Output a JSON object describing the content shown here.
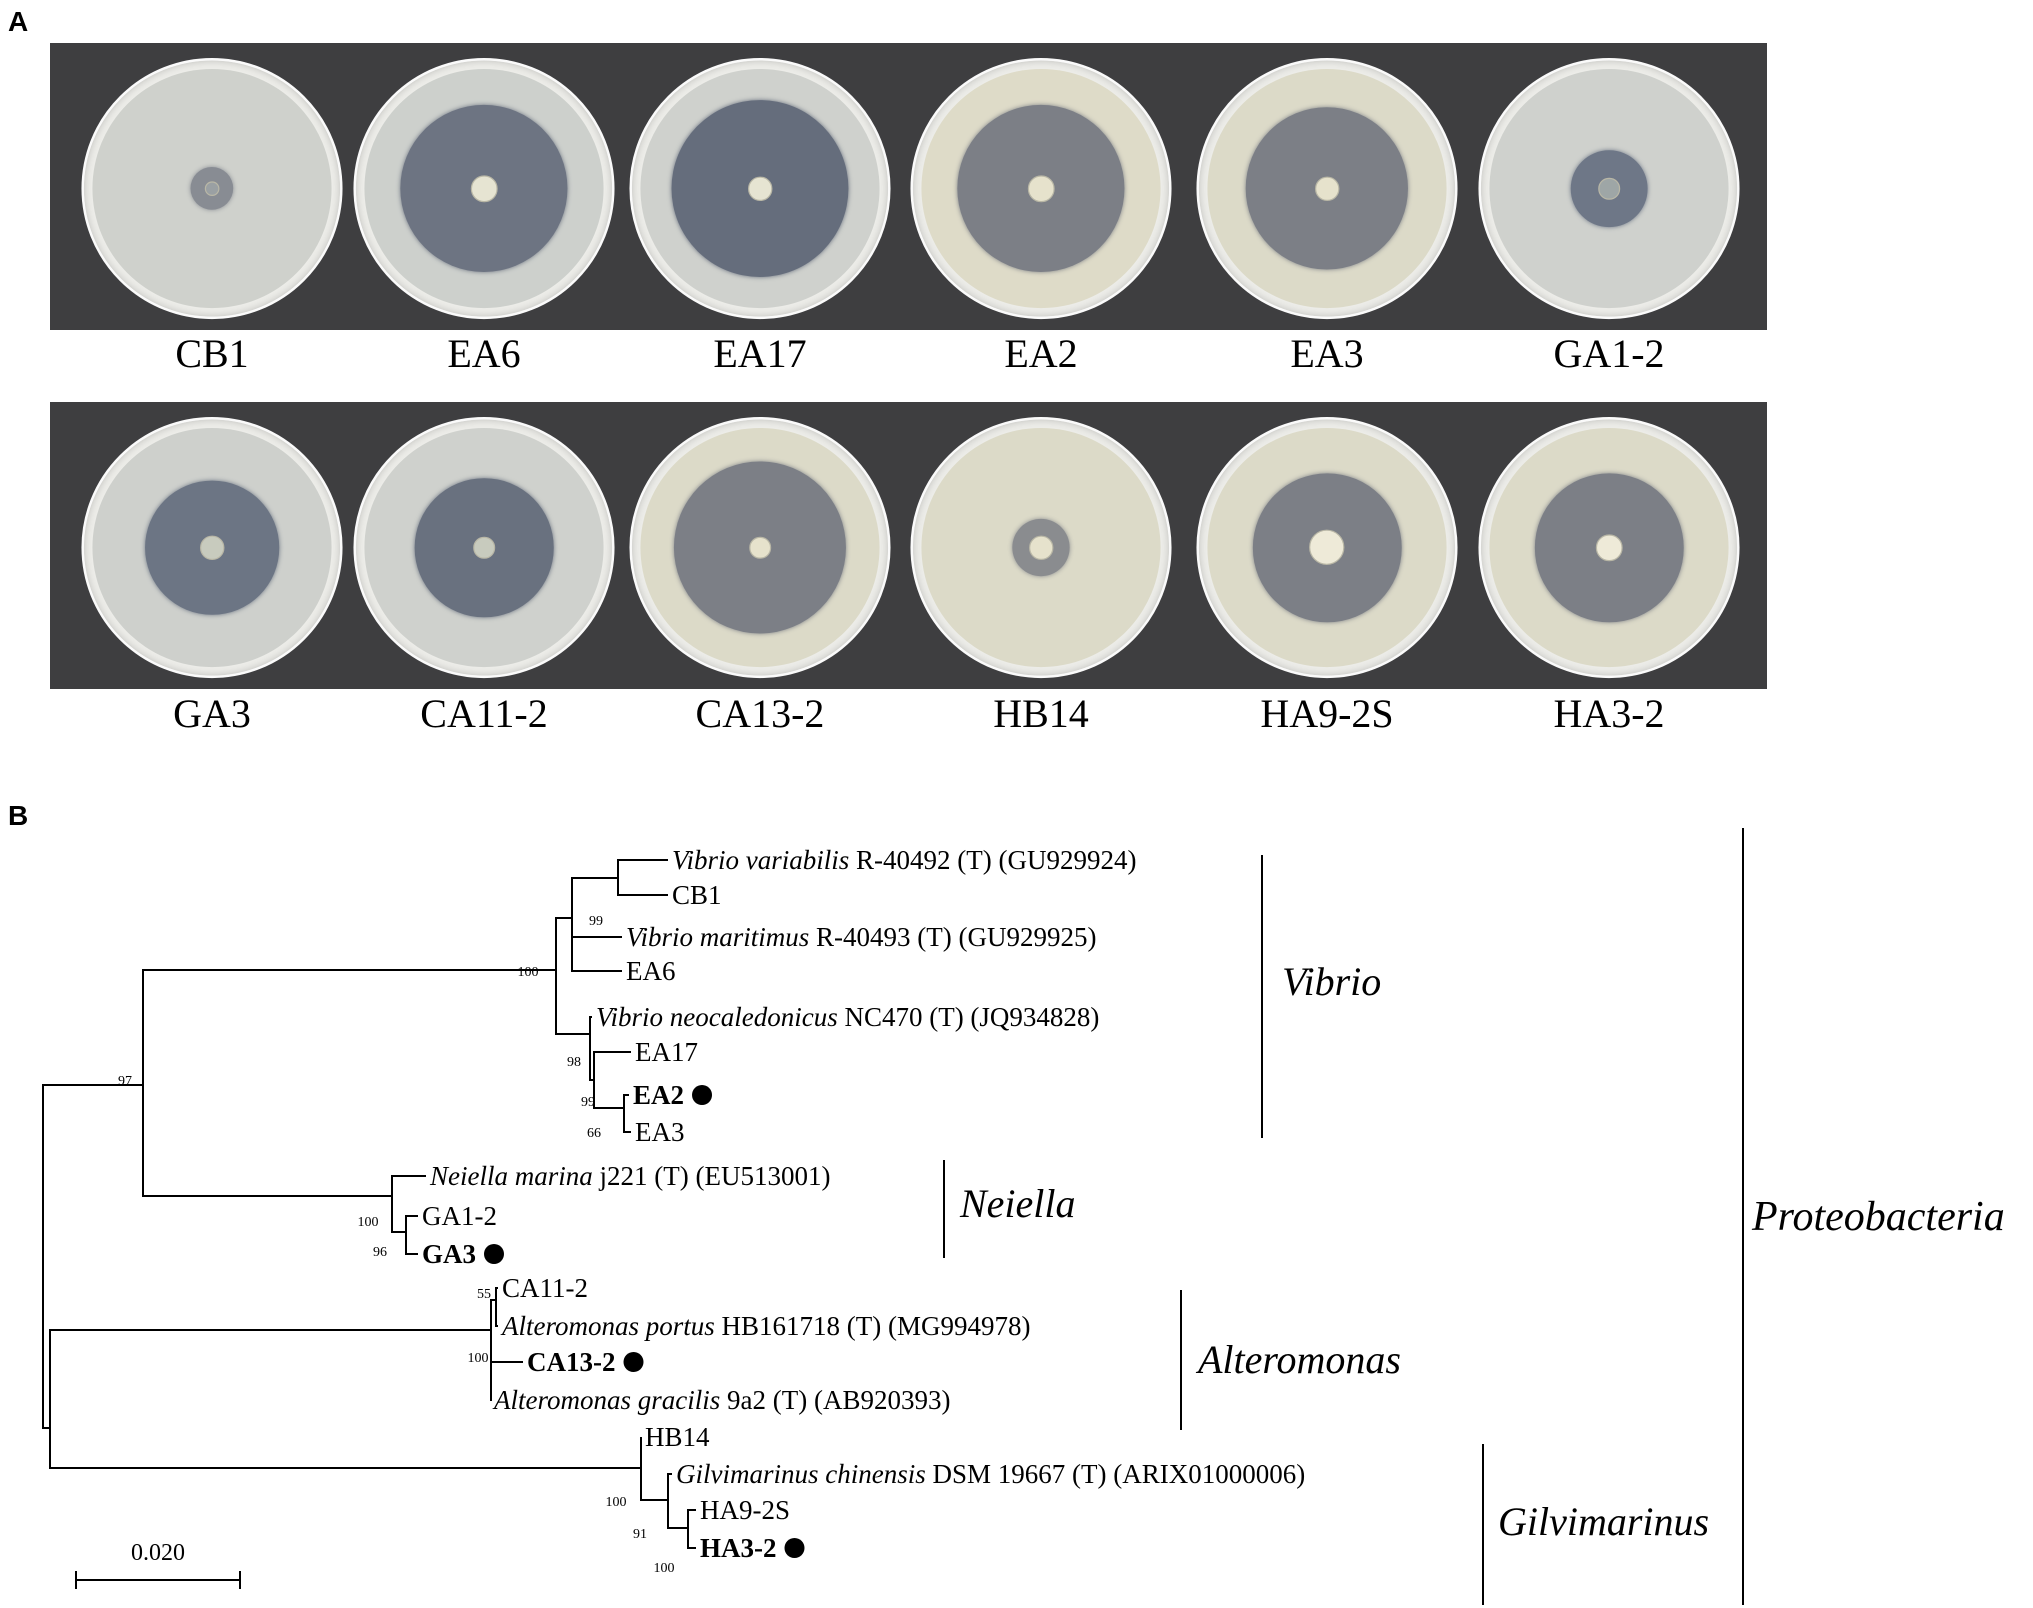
{
  "panel_a": {
    "letter": "A",
    "rows": [
      [
        {
          "label": "CB1",
          "agar": "#cfd1cc",
          "halo": "#888c93",
          "halo_frac": 0.18,
          "colony": "#9aa0a3",
          "colony_frac": 0.05
        },
        {
          "label": "EA6",
          "agar": "#cdd0cc",
          "halo": "#6d7482",
          "halo_frac": 0.7,
          "colony": "#e6e4d2",
          "colony_frac": 0.1
        },
        {
          "label": "EA17",
          "agar": "#cfd1cd",
          "halo": "#656d7c",
          "halo_frac": 0.74,
          "colony": "#e6e4d2",
          "colony_frac": 0.09
        },
        {
          "label": "EA2",
          "agar": "#dedbc8",
          "halo": "#7c7f86",
          "halo_frac": 0.7,
          "colony": "#e6e2cc",
          "colony_frac": 0.1
        },
        {
          "label": "EA3",
          "agar": "#dcdac8",
          "halo": "#7c7f86",
          "halo_frac": 0.68,
          "colony": "#e6e2cc",
          "colony_frac": 0.09
        },
        {
          "label": "GA1-2",
          "agar": "#cfd1cd",
          "halo": "#6e7787",
          "halo_frac": 0.32,
          "colony": "#9ea6a6",
          "colony_frac": 0.08
        }
      ],
      [
        {
          "label": "GA3",
          "agar": "#ced0cc",
          "halo": "#6c7584",
          "halo_frac": 0.56,
          "colony": "#c8cbbe",
          "colony_frac": 0.09
        },
        {
          "label": "CA11-2",
          "agar": "#cfd1cd",
          "halo": "#69717f",
          "halo_frac": 0.58,
          "colony": "#c8cbbe",
          "colony_frac": 0.08
        },
        {
          "label": "CA13-2",
          "agar": "#dcdac8",
          "halo": "#7c7f86",
          "halo_frac": 0.72,
          "colony": "#e6e2cc",
          "colony_frac": 0.08
        },
        {
          "label": "HB14",
          "agar": "#dcdac8",
          "halo": "#8a8c8f",
          "halo_frac": 0.24,
          "colony": "#e6e2cc",
          "colony_frac": 0.09
        },
        {
          "label": "HA9-2S",
          "agar": "#dcdac8",
          "halo": "#7c7f86",
          "halo_frac": 0.62,
          "colony": "#eeead8",
          "colony_frac": 0.14
        },
        {
          "label": "HA3-2",
          "agar": "#dcdac8",
          "halo": "#7c7f86",
          "halo_frac": 0.62,
          "colony": "#eeead8",
          "colony_frac": 0.1
        }
      ]
    ]
  },
  "panel_b": {
    "letter": "B",
    "scale_bar_label": "0.020",
    "bootstrap": [
      "100",
      "99",
      "97",
      "98",
      "99",
      "66",
      "100",
      "96",
      "55",
      "100",
      "100",
      "91",
      "100"
    ],
    "taxa": [
      {
        "genus": "Vibrio variabilis",
        "rest": " R-40492 (T) (GU929924)",
        "bold": false,
        "marker": false
      },
      {
        "genus": "",
        "rest": "CB1",
        "bold": false,
        "marker": false
      },
      {
        "genus": "Vibrio maritimus",
        "rest": " R-40493 (T) (GU929925)",
        "bold": false,
        "marker": false
      },
      {
        "genus": "",
        "rest": "EA6",
        "bold": false,
        "marker": false
      },
      {
        "genus": "Vibrio neocaledonicus",
        "rest": " NC470 (T) (JQ934828)",
        "bold": false,
        "marker": false
      },
      {
        "genus": "",
        "rest": "EA17",
        "bold": false,
        "marker": false
      },
      {
        "genus": "",
        "rest": "EA2",
        "bold": true,
        "marker": true
      },
      {
        "genus": "",
        "rest": "EA3",
        "bold": false,
        "marker": false
      },
      {
        "genus": "Neiella marina",
        "rest": " j221 (T) (EU513001)",
        "bold": false,
        "marker": false
      },
      {
        "genus": "",
        "rest": "GA1-2",
        "bold": false,
        "marker": false
      },
      {
        "genus": "",
        "rest": "GA3",
        "bold": true,
        "marker": true
      },
      {
        "genus": "",
        "rest": "CA11-2",
        "bold": false,
        "marker": false
      },
      {
        "genus": "Alteromonas portus",
        "rest": " HB161718 (T) (MG994978)",
        "bold": false,
        "marker": false
      },
      {
        "genus": "",
        "rest": "CA13-2",
        "bold": true,
        "marker": true
      },
      {
        "genus": "Alteromonas gracilis",
        "rest": " 9a2 (T) (AB920393)",
        "bold": false,
        "marker": false
      },
      {
        "genus": "",
        "rest": "HB14",
        "bold": false,
        "marker": false
      },
      {
        "genus": "Gilvimarinus chinensis",
        "rest": " DSM 19667 (T) (ARIX01000006)",
        "bold": false,
        "marker": false
      },
      {
        "genus": "",
        "rest": "HA9-2S",
        "bold": false,
        "marker": false
      },
      {
        "genus": "",
        "rest": "HA3-2",
        "bold": true,
        "marker": true
      }
    ],
    "clades": [
      "Vibrio",
      "Neiella",
      "Alteromonas",
      "Gilvimarinus"
    ],
    "phylum": "Proteobacteria"
  }
}
